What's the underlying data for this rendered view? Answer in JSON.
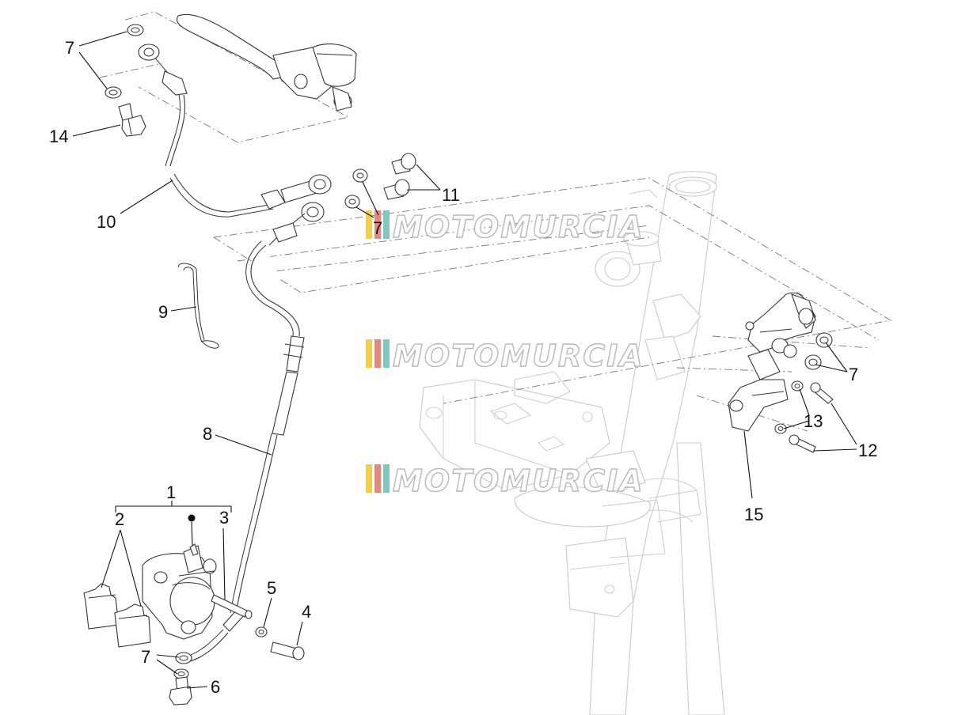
{
  "diagram": {
    "callouts": {
      "c1": "1",
      "c2": "2",
      "c3": "3",
      "c4": "4",
      "c5": "5",
      "c6": "6",
      "c7a": "7",
      "c7b": "7",
      "c7c": "7",
      "c7d": "7",
      "c8": "8",
      "c9": "9",
      "c10": "10",
      "c11": "11",
      "c12": "12",
      "c13": "13",
      "c14": "14",
      "c15": "15"
    },
    "watermark": "MOTOMURCIA",
    "watermark_colors": [
      "#f2cf4a",
      "#e8867e",
      "#7ec8c0"
    ]
  }
}
